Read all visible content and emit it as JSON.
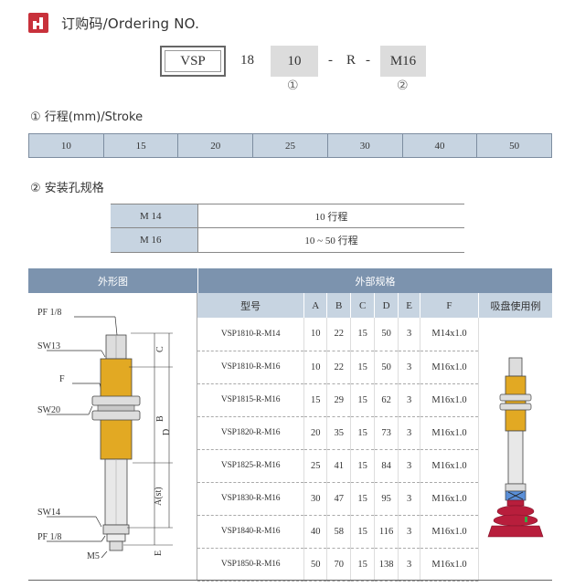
{
  "header": {
    "title": "订购码/Ordering NO.",
    "icon": "ordering-icon",
    "icon_color": "#c8313b"
  },
  "ordering_code": {
    "series": "VSP",
    "size": "18",
    "stroke": "10",
    "dash1": "-",
    "type": "R",
    "dash2": "-",
    "mount": "M16",
    "marker1": "①",
    "marker2": "②"
  },
  "stroke_section": {
    "title": "① 行程(mm)/Stroke",
    "values": [
      "10",
      "15",
      "20",
      "25",
      "30",
      "40",
      "50"
    ]
  },
  "mount_section": {
    "title": "② 安装孔规格",
    "rows": [
      {
        "key": "M 14",
        "value": "10 行程"
      },
      {
        "key": "M 16",
        "value": "10 ~ 50 行程"
      }
    ]
  },
  "specs": {
    "left_header": "外形图",
    "right_header": "外部规格",
    "columns": [
      "型号",
      "A",
      "B",
      "C",
      "D",
      "E",
      "F",
      "吸盘使用例"
    ],
    "rows": [
      [
        "VSP1810-R-M14",
        "10",
        "22",
        "15",
        "50",
        "3",
        "M14x1.0"
      ],
      [
        "VSP1810-R-M16",
        "10",
        "22",
        "15",
        "50",
        "3",
        "M16x1.0"
      ],
      [
        "VSP1815-R-M16",
        "15",
        "29",
        "15",
        "62",
        "3",
        "M16x1.0"
      ],
      [
        "VSP1820-R-M16",
        "20",
        "35",
        "15",
        "73",
        "3",
        "M16x1.0"
      ],
      [
        "VSP1825-R-M16",
        "25",
        "41",
        "15",
        "84",
        "3",
        "M16x1.0"
      ],
      [
        "VSP1830-R-M16",
        "30",
        "47",
        "15",
        "95",
        "3",
        "M16x1.0"
      ],
      [
        "VSP1840-R-M16",
        "40",
        "58",
        "15",
        "116",
        "3",
        "M16x1.0"
      ],
      [
        "VSP1850-R-M16",
        "50",
        "70",
        "15",
        "138",
        "3",
        "M16x1.0"
      ]
    ]
  },
  "drawing": {
    "labels": {
      "pf_top": "PF 1/8",
      "sw13": "SW13",
      "f": "F",
      "sw20": "SW20",
      "sw14": "SW14",
      "pf_bottom": "PF 1/8",
      "m5": "M5",
      "dim_c": "C",
      "dim_b": "B",
      "dim_d": "D",
      "dim_a": "A(st)",
      "dim_e": "E"
    }
  },
  "colors": {
    "header_dark": "#7c93ae",
    "header_light": "#c7d4e1",
    "body_brass": "#e2a923",
    "cup_red": "#b81e3c"
  }
}
